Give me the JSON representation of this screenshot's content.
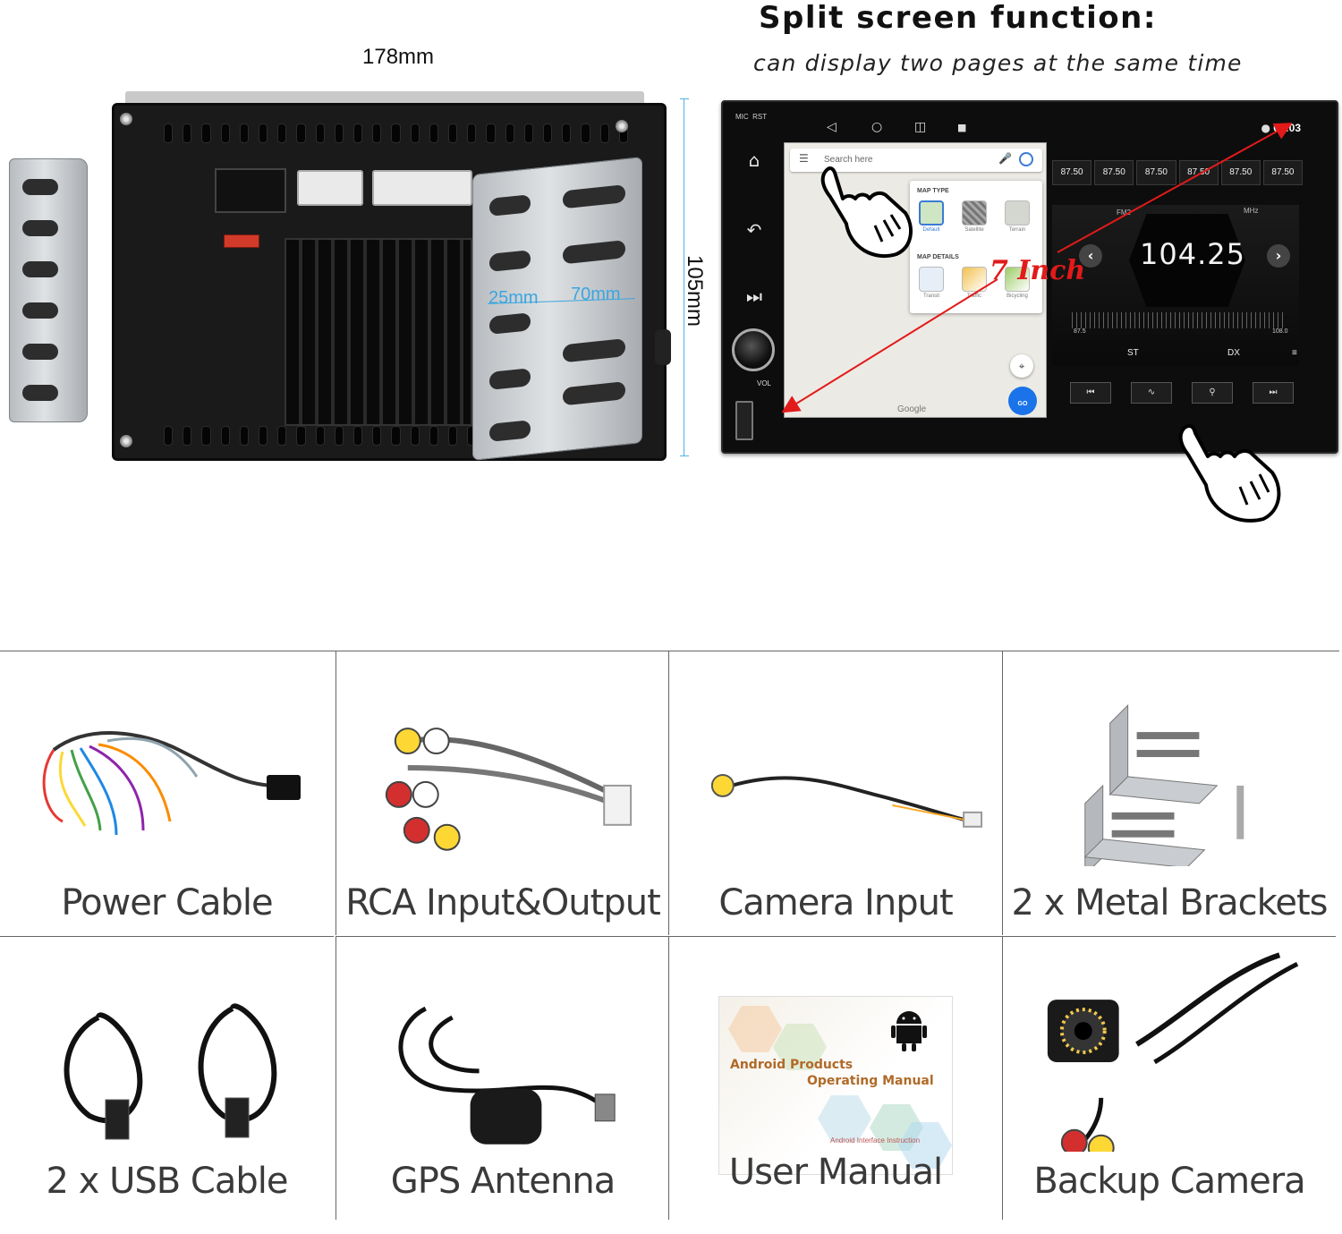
{
  "dimensions": {
    "width_label": "178mm",
    "height_label": "105mm",
    "depth_a_label": "25mm",
    "depth_b_label": "70mm"
  },
  "feature": {
    "title": "Split screen function:",
    "subtitle": "can display two pages at the same time",
    "size_label": "7 Inch"
  },
  "device": {
    "mic_label": "MIC",
    "rst_label": "RST",
    "vol_label": "VOL",
    "clock": "08:03",
    "side_icons": [
      "home-icon",
      "back-icon",
      "skip-forward-icon"
    ]
  },
  "map": {
    "search_placeholder": "Search here",
    "map_type_heading": "MAP TYPE",
    "map_types": [
      "Default",
      "Satellite",
      "Terrain"
    ],
    "map_details_heading": "MAP DETAILS",
    "map_details": [
      "Transit",
      "Traffic",
      "Bicycling"
    ],
    "go_label": "GO",
    "logo": "Google"
  },
  "radio": {
    "presets": [
      "87.50",
      "87.50",
      "87.50",
      "87.50",
      "87.50",
      "87.50"
    ],
    "band": "FM2",
    "unit": "MHz",
    "frequency": "104.25",
    "scale_min": "87.5",
    "scale_max": "108.0",
    "st_label": "ST",
    "dx_label": "DX"
  },
  "accessories": [
    {
      "label": "Power Cable"
    },
    {
      "label": "RCA Input&Output"
    },
    {
      "label": "Camera Input"
    },
    {
      "label": "2 x Metal Brackets"
    },
    {
      "label": "2 x USB Cable"
    },
    {
      "label": "GPS Antenna"
    },
    {
      "label": "User Manual"
    },
    {
      "label": "Backup Camera"
    }
  ],
  "manual": {
    "title_line1": "Android Products",
    "title_line2": "Operating Manual",
    "footer": "Android Interface Instruction"
  },
  "colors": {
    "accent_blue": "#3aa6e0",
    "highlight_red": "#e21a1a",
    "grid_line": "#666666"
  }
}
